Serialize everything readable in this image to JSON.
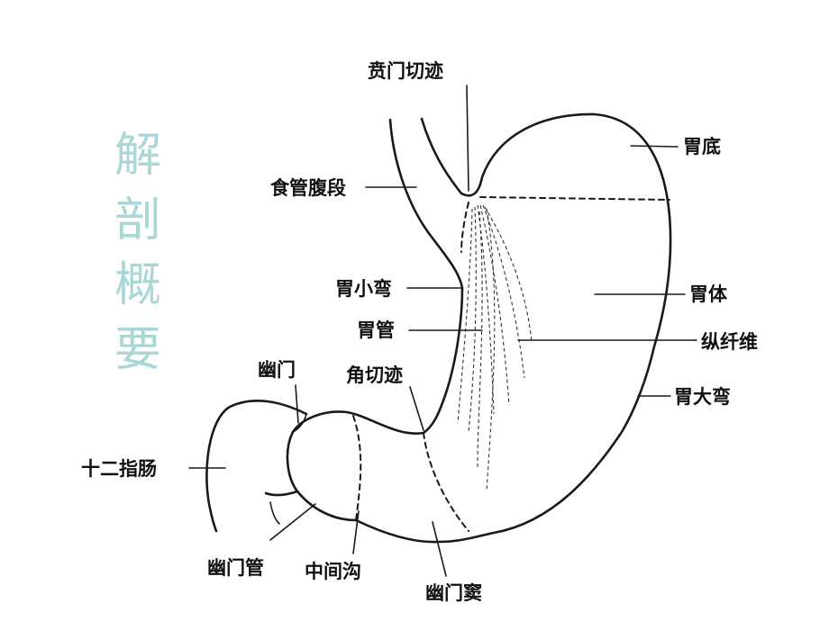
{
  "title_chars": [
    "解",
    "剖",
    "概",
    "要"
  ],
  "labels": {
    "cardiac_notch": "贲门切迹",
    "fundus": "胃底",
    "abdominal_esophagus": "食管腹段",
    "lesser_curvature": "胃小弯",
    "body": "胃体",
    "gastric_canal": "胃管",
    "longitudinal_fibers": "纵纤维",
    "pylorus": "幽门",
    "angular_notch": "角切迹",
    "greater_curvature": "胃大弯",
    "duodenum": "十二指肠",
    "pyloric_canal": "幽门管",
    "intermediate_sulcus": "中间沟",
    "pyloric_antrum": "幽门窦"
  },
  "colors": {
    "title": "#a9d6d6",
    "line": "#1a1a1a",
    "background": "#ffffff"
  }
}
